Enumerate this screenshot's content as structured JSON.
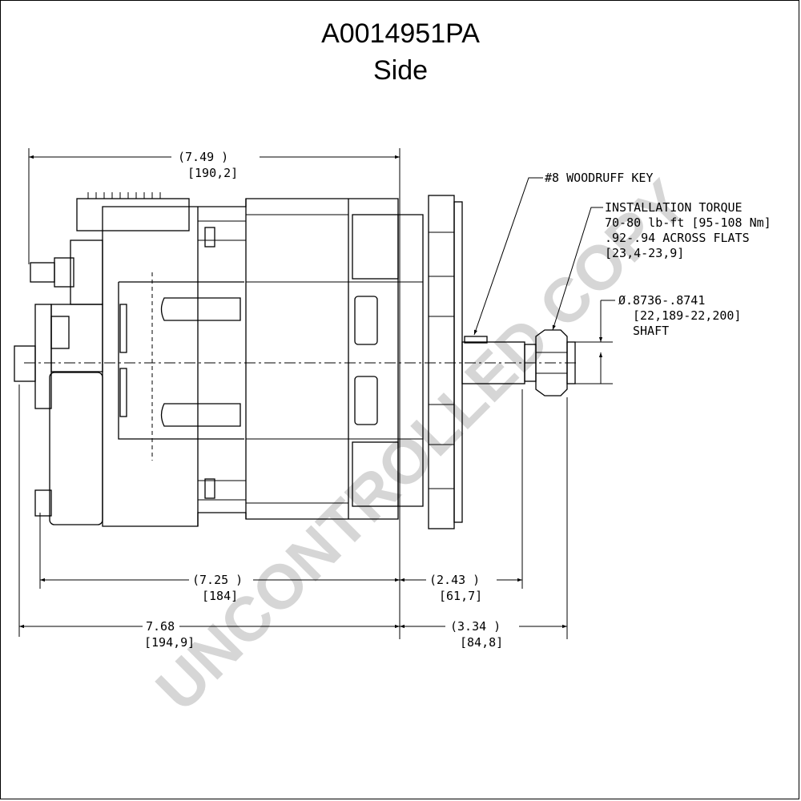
{
  "header": {
    "part_number": "A0014951PA",
    "view": "Side"
  },
  "dimensions": {
    "overall_top": {
      "inch": "(7.49    )",
      "mm": "[190,2]"
    },
    "body_length": {
      "inch": "(7.25 )",
      "mm": "[184]"
    },
    "shaft_ext": {
      "inch": "(2.43   )",
      "mm": "[61,7]"
    },
    "overall_bottom": {
      "inch": "7.68",
      "mm": "[194,9]"
    },
    "shaft_total": {
      "inch": "(3.34   )",
      "mm": "[84,8]"
    }
  },
  "callouts": {
    "key": "#8 WOODRUFF KEY",
    "torque_line1": "INSTALLATION TORQUE",
    "torque_line2": "70-80 lb-ft [95-108 Nm]",
    "torque_line3": ".92-.94 ACROSS FLATS",
    "torque_line4": "[23,4-23,9]",
    "shaft_line1": "Ø.8736-.8741",
    "shaft_line2": "[22,189-22,200]",
    "shaft_line3": "SHAFT"
  },
  "watermark": "UNCONTROLLED COPY"
}
